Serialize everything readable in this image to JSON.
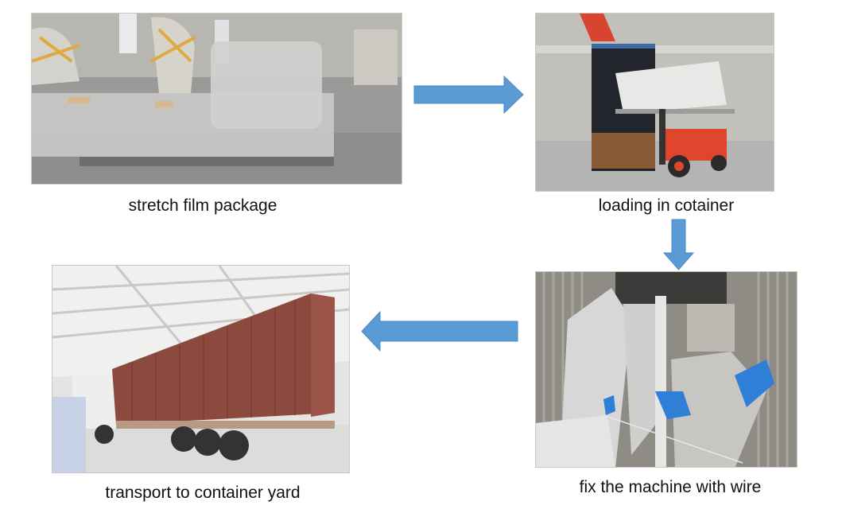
{
  "colors": {
    "arrow": "#5b9bd5",
    "arrow_stroke": "#4a88c2",
    "background": "#ffffff"
  },
  "steps": [
    {
      "caption": "stretch film package",
      "image_description": "machines wrapped in stretch film with yellow tape on warehouse floor"
    },
    {
      "caption": "loading in cotainer",
      "image_description": "red forklift loading wrapped machine into container truck"
    },
    {
      "caption": "fix the machine with wire",
      "image_description": "wrapped machines secured with wire inside container"
    },
    {
      "caption": "transport to container yard",
      "image_description": "red shipping container on trailer truck in warehouse"
    }
  ],
  "arrows": [
    {
      "direction": "right",
      "from": "stretch film package",
      "to": "loading in cotainer"
    },
    {
      "direction": "down",
      "from": "loading in cotainer",
      "to": "fix the machine with wire"
    },
    {
      "direction": "left",
      "from": "fix the machine with wire",
      "to": "transport to container yard"
    }
  ]
}
